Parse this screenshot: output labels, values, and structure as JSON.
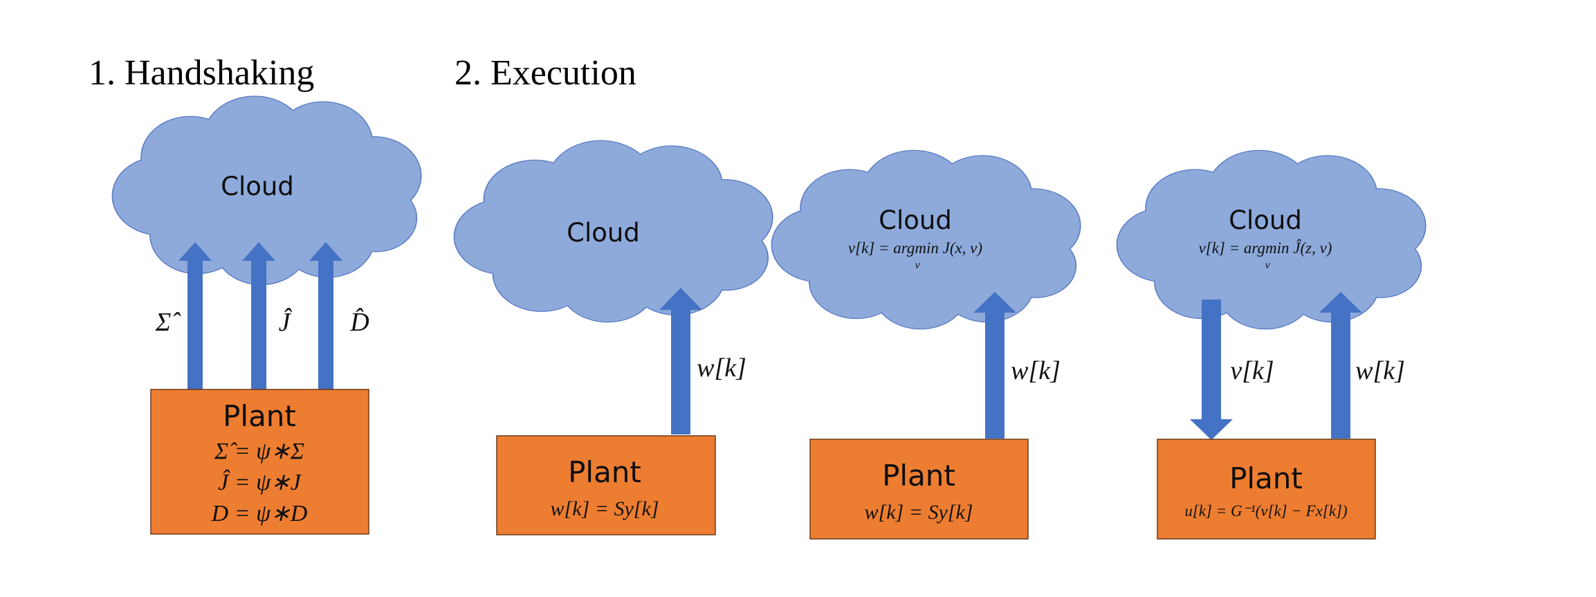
{
  "colors": {
    "cloud_fill": "#8eaadb",
    "cloud_stroke": "#5b7bc4",
    "plant_fill": "#ed7d31",
    "plant_stroke": "#6b3a17",
    "arrow": "#4472c4"
  },
  "sections": [
    {
      "title": "1. Handshaking"
    },
    {
      "title": "2. Execution"
    }
  ],
  "handshaking": {
    "cloud_label": "Cloud",
    "arrows": [
      {
        "label": "Σ̂",
        "direction": "up"
      },
      {
        "label": "Ĵ",
        "direction": "up"
      },
      {
        "label": "D̂",
        "direction": "up"
      }
    ],
    "plant": {
      "label": "Plant",
      "equations": [
        "Σ̂ = ψ∗Σ",
        "Ĵ = ψ∗J",
        "D = ψ∗D"
      ]
    }
  },
  "execution": [
    {
      "cloud_label": "Cloud",
      "cloud_eq": "",
      "cloud_eq_sub": "",
      "arrows": [
        {
          "label": "w[k]",
          "direction": "up"
        }
      ],
      "plant": {
        "label": "Plant",
        "equation": "w[k] = Sy[k]"
      }
    },
    {
      "cloud_label": "Cloud",
      "cloud_eq": "v[k] = argmin J(x, v)",
      "cloud_eq_sub": "v",
      "arrows": [
        {
          "label": "w[k]",
          "direction": "up"
        }
      ],
      "plant": {
        "label": "Plant",
        "equation": "w[k] = Sy[k]"
      }
    },
    {
      "cloud_label": "Cloud",
      "cloud_eq": "v[k] = argmin Ĵ(z, v)",
      "cloud_eq_sub": "v",
      "arrows": [
        {
          "label": "v[k]",
          "direction": "down"
        },
        {
          "label": "w[k]",
          "direction": "up"
        }
      ],
      "plant": {
        "label": "Plant",
        "equation": "u[k] = G⁻¹(v[k] − Fx[k])"
      }
    }
  ]
}
